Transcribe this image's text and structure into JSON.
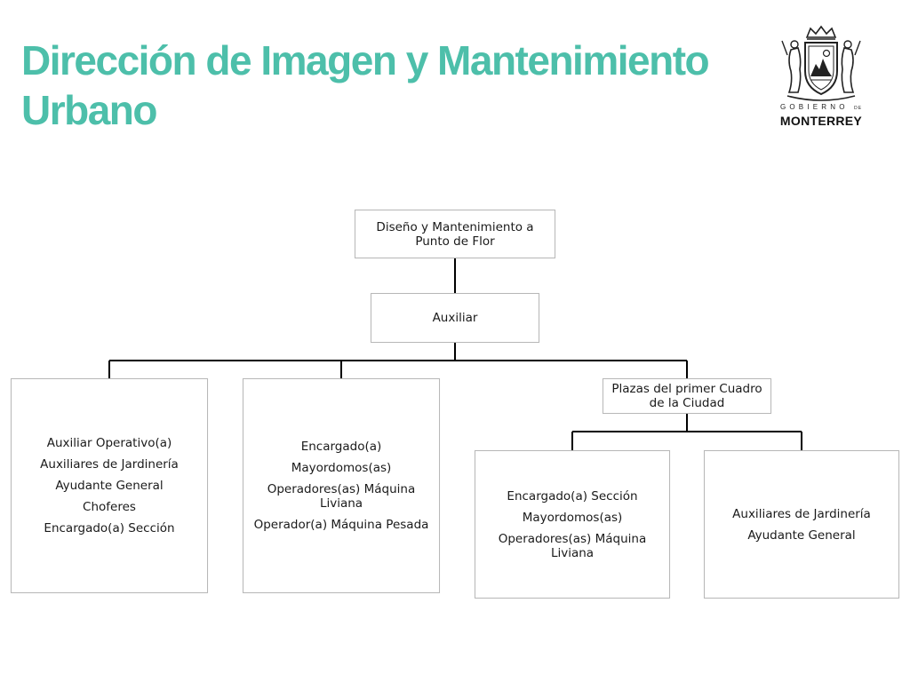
{
  "title": "Dirección de Imagen y Mantenimiento Urbano",
  "logo": {
    "word_small": "GOBIERNO",
    "word_de": "DE",
    "word_big": "MONTERREY"
  },
  "colors": {
    "title": "#4dbfaa",
    "box_border": "#b8b8b8",
    "connector": "#000000"
  },
  "org": {
    "root": "Diseño y Mantenimiento a Punto de Flor",
    "auxiliar": "Auxiliar",
    "group1": [
      "Auxiliar Operativo(a)",
      "Auxiliares de Jardinería",
      "Ayudante General",
      "Choferes",
      "Encargado(a) Sección"
    ],
    "group2": [
      "Encargado(a)",
      "Mayordomos(as)",
      "Operadores(as) Máquina Liviana",
      "Operador(a) Máquina Pesada"
    ],
    "plazas": "Plazas del primer Cuadro de la Ciudad",
    "group3": [
      "Encargado(a) Sección",
      "Mayordomos(as)",
      "Operadores(as) Máquina Liviana"
    ],
    "group4": [
      "Auxiliares de Jardinería",
      "Ayudante General"
    ]
  }
}
